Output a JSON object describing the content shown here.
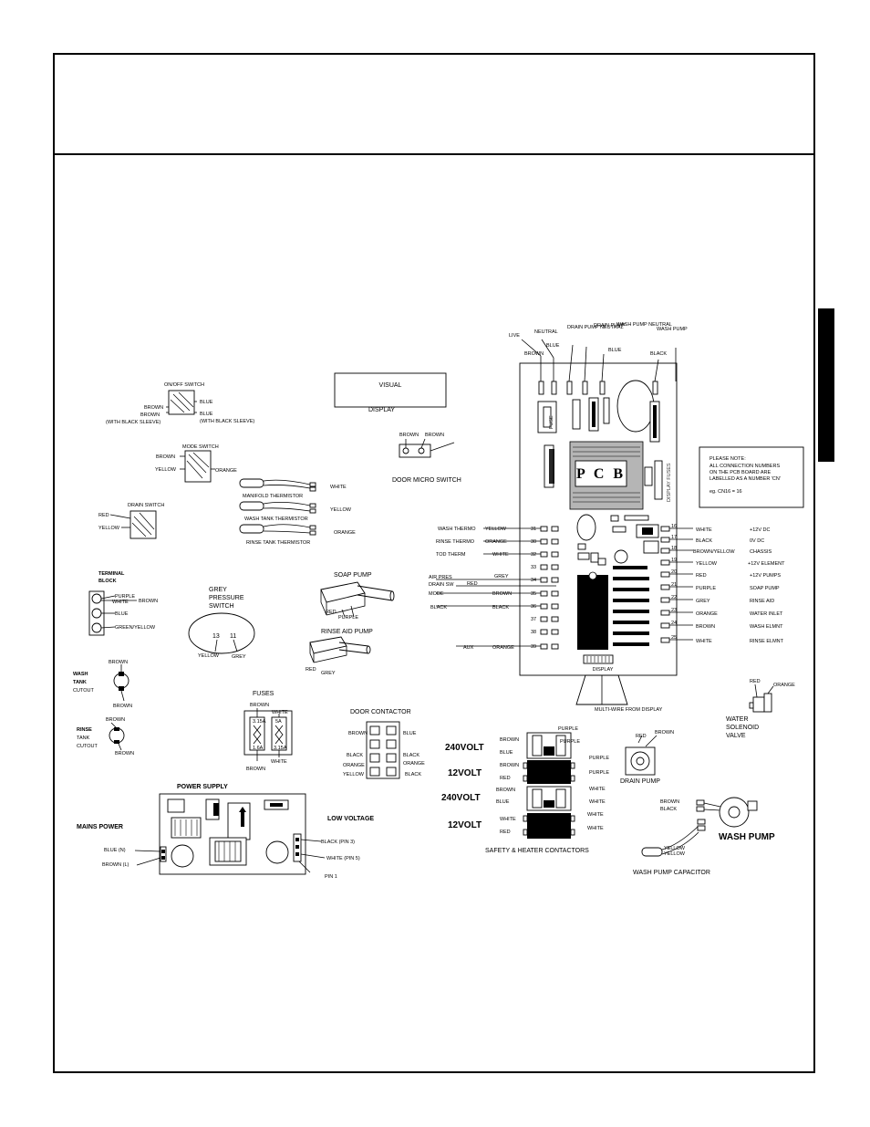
{
  "diagram": {
    "pcb_label": "P C B",
    "visual_display": {
      "line1": "VISUAL",
      "line2": "DISPLAY"
    },
    "note": {
      "line1": "PLEASE NOTE:",
      "line2": "ALL CONNECTION NUMBERS",
      "line3": "ON THE PCB BOARD ARE",
      "line4": "LABELLED AS A NUMBER 'CN'",
      "line5": "eg. CN16 = 16"
    },
    "pcb_top": {
      "wires": [
        "LIVE",
        "BROWN",
        "NEUTRAL",
        "BLUE",
        "DRAIN PUMP NEUTRAL",
        "DRAIN PUMP",
        "WASH PUMP NEUTRAL",
        "BLUE",
        "WASH PUMP",
        "BLACK"
      ],
      "bottom_label": "DISPLAY",
      "ribbon": "MULTI-WIRE FROM DISPLAY"
    },
    "pcb_left": [
      {
        "pin": "31",
        "signal": "WASH THERMO",
        "wire": "YELLOW"
      },
      {
        "pin": "30",
        "signal": "RINSE THERMO",
        "wire": "ORANGE"
      },
      {
        "pin": "32",
        "signal": "TOD THERM",
        "wire": "WHITE"
      },
      {
        "pin": "33",
        "signal": "",
        "wire": ""
      },
      {
        "pin": "34",
        "signal": "AIR PRES",
        "wire": "GREY"
      },
      {
        "pin": "",
        "signal": "DRAIN SW",
        "wire": "RED"
      },
      {
        "pin": "35",
        "signal": "MODE",
        "wire": "BROWN"
      },
      {
        "pin": "36",
        "signal": "",
        "wire": "BLACK"
      },
      {
        "pin": "37",
        "signal": "",
        "wire": ""
      },
      {
        "pin": "38",
        "signal": "",
        "wire": ""
      },
      {
        "pin": "39",
        "signal": "AUX",
        "wire": "ORANGE"
      }
    ],
    "pcb_right": [
      {
        "pin": "16",
        "wire": "WHITE",
        "signal": "+12V DC"
      },
      {
        "pin": "17",
        "wire": "BLACK",
        "signal": "0V DC"
      },
      {
        "pin": "18",
        "wire": "BROWN/YELLOW",
        "signal": "CHASSIS"
      },
      {
        "pin": "19",
        "wire": "YELLOW",
        "signal": "+12V ELEMENT"
      },
      {
        "pin": "20",
        "wire": "RED",
        "signal": "+12V PUMPS"
      },
      {
        "pin": "21",
        "wire": "PURPLE",
        "signal": "SOAP PUMP"
      },
      {
        "pin": "22",
        "wire": "GREY",
        "signal": "RINSE AID"
      },
      {
        "pin": "23",
        "wire": "ORANGE",
        "signal": "WATER INLET"
      },
      {
        "pin": "24",
        "wire": "BROWN",
        "signal": "WASH ELMNT"
      },
      {
        "pin": "25",
        "wire": "WHITE",
        "signal": "RINSE ELMNT"
      }
    ],
    "on_off_switch": {
      "title": "ON/OFF SWITCH",
      "wires": [
        "BROWN",
        "BROWN",
        "(WITH BLACK SLEEVE)",
        "BLUE",
        "BLUE",
        "(WITH BLACK SLEEVE)"
      ]
    },
    "mode_switch": {
      "title": "MODE SWITCH",
      "wires": [
        "BROWN",
        "YELLOW",
        "ORANGE"
      ]
    },
    "drain_switch": {
      "title": "DRAIN SWITCH",
      "wires": [
        "RED",
        "YELLOW"
      ]
    },
    "thermistors": [
      {
        "label": "MANIFOLD THERMISTOR",
        "wire": "WHITE"
      },
      {
        "label": "WASH TANK THERMISTOR",
        "wire": "YELLOW"
      },
      {
        "label": "RINSE TANK THERMISTOR",
        "wire": "ORANGE"
      }
    ],
    "door_micro_switch": {
      "title": "DOOR MICRO SWITCH",
      "wires": [
        "BROWN",
        "BROWN"
      ]
    },
    "terminal_block": {
      "title1": "TERMINAL",
      "title2": "BLOCK",
      "wires": [
        "PURPLE",
        "WHITE",
        "BROWN",
        "BLUE",
        "GREEN/YELLOW"
      ]
    },
    "pressure_switch": {
      "title1": "GREY",
      "title2": "PRESSURE",
      "title3": "SWITCH",
      "pins": [
        "13",
        "11"
      ],
      "wires": [
        "YELLOW",
        "GREY"
      ]
    },
    "soap_pump": {
      "title": "SOAP PUMP",
      "wires": [
        "RED",
        "PURPLE"
      ]
    },
    "rinse_aid_pump": {
      "title": "RINSE AID PUMP",
      "wires": [
        "RED",
        "GREY"
      ]
    },
    "wash_tank_cutout": {
      "title1": "WASH",
      "title2": "TANK",
      "title3": "CUTOUT",
      "wires": [
        "BROWN",
        "BROWN"
      ]
    },
    "rinse_tank_cutout": {
      "title1": "RINSE",
      "title2": "TANK",
      "title3": "CUTOUT",
      "wires": [
        "BROWN",
        "BROWN"
      ]
    },
    "fuses": {
      "title": "FUSES",
      "wires": [
        "BROWN",
        "WHITE",
        "BROWN",
        "WHITE"
      ],
      "ratings": [
        "3.15A",
        "5A",
        "1.6A",
        "3.15A"
      ]
    },
    "door_contactor": {
      "title": "DOOR CONTACTOR",
      "left": [
        "BROWN",
        "BLACK",
        "ORANGE",
        "YELLOW"
      ],
      "right": [
        "BLUE",
        "BLACK",
        "ORANGE",
        "BLACK"
      ]
    },
    "contactors": {
      "rows": [
        {
          "voltage": "240VOLT",
          "left": [
            "BROWN",
            "BLUE"
          ],
          "right": [
            "PURPLE",
            "PURPLE"
          ]
        },
        {
          "voltage": "12VOLT",
          "left": [
            "BROWN",
            "RED"
          ],
          "right": [
            "PURPLE",
            "PURPLE"
          ]
        },
        {
          "voltage": "240VOLT",
          "left": [
            "BROWN",
            "BLUE"
          ],
          "right": [
            "WHITE",
            "WHITE"
          ]
        },
        {
          "voltage": "12VOLT",
          "left": [
            "WHITE",
            "RED"
          ],
          "right": [
            "WHITE",
            "WHITE"
          ]
        }
      ],
      "caption": "SAFETY & HEATER CONTACTORS"
    },
    "water_solenoid": {
      "title1": "WATER",
      "title2": "SOLENOID",
      "title3": "VALVE",
      "wires": [
        "RED",
        "ORANGE"
      ]
    },
    "drain_pump": {
      "title": "DRAIN PUMP",
      "wires": [
        "RED",
        "BROWN"
      ]
    },
    "wash_pump": {
      "title": "WASH PUMP",
      "wires": [
        "BROWN",
        "BLACK"
      ],
      "cap_wires": [
        "YELLOW",
        "YELLOW"
      ],
      "cap_title": "WASH PUMP CAPACITOR"
    },
    "power_supply": {
      "title": "POWER SUPPLY",
      "mains_label": "MAINS POWER",
      "mains_wires": [
        "BLUE (N)",
        "BROWN (L)"
      ],
      "low_voltage_label": "LOW VOLTAGE",
      "low_wires": [
        "BLACK (PIN 3)",
        "WHITE (PIN 5)"
      ],
      "pin_label": "PIN 1"
    }
  }
}
